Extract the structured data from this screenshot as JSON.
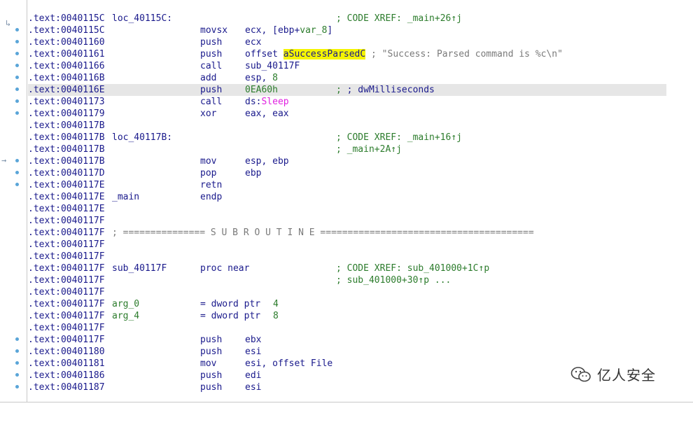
{
  "lines": [
    {
      "addr": ".text:0040115C",
      "label": "loc_40115C:",
      "comment": "; CODE XREF: _main+26↑j"
    },
    {
      "addr": ".text:0040115C",
      "mn": "movsx",
      "op_a": "ecx, [ebp+",
      "op_b": "var_8",
      "op_c": "]"
    },
    {
      "addr": ".text:00401160",
      "mn": "push",
      "op": "ecx"
    },
    {
      "addr": ".text:00401161",
      "mn": "push",
      "op_pre": "offset ",
      "op_hl": "aSuccessParsedC",
      "op_post": " ; \"Success: Parsed command is %c\\n\""
    },
    {
      "addr": ".text:00401166",
      "mn": "call",
      "op": "sub_40117F"
    },
    {
      "addr": ".text:0040116B",
      "mn": "add",
      "op_a": "esp, ",
      "op_b": "8"
    },
    {
      "addr": ".text:0040116E",
      "mn": "push",
      "op": "0EA60h",
      "comment": "; dwMilliseconds"
    },
    {
      "addr": ".text:00401173",
      "mn": "call",
      "op_a": "ds:",
      "op_b": "Sleep"
    },
    {
      "addr": ".text:00401179",
      "mn": "xor",
      "op": "eax, eax"
    },
    {
      "addr": ".text:0040117B"
    },
    {
      "addr": ".text:0040117B",
      "label": "loc_40117B:",
      "comment": "; CODE XREF: _main+16↑j"
    },
    {
      "addr": ".text:0040117B",
      "comment": "; _main+2A↑j"
    },
    {
      "addr": ".text:0040117B",
      "mn": "mov",
      "op": "esp, ebp"
    },
    {
      "addr": ".text:0040117D",
      "mn": "pop",
      "op": "ebp"
    },
    {
      "addr": ".text:0040117E",
      "mn": "retn"
    },
    {
      "addr": ".text:0040117E",
      "label": "_main",
      "mn": "endp"
    },
    {
      "addr": ".text:0040117E"
    },
    {
      "addr": ".text:0040117F"
    },
    {
      "addr": ".text:0040117F",
      "sep": "; =============== S U B R O U T I N E ======================================="
    },
    {
      "addr": ".text:0040117F"
    },
    {
      "addr": ".text:0040117F"
    },
    {
      "addr": ".text:0040117F",
      "label": "sub_40117F",
      "mn": "proc near",
      "comment": "; CODE XREF: sub_401000+1C↑p"
    },
    {
      "addr": ".text:0040117F",
      "comment": "; sub_401000+30↑p ..."
    },
    {
      "addr": ".text:0040117F"
    },
    {
      "addr": ".text:0040117F",
      "label": "arg_0",
      "mn": "= dword ptr",
      "op": "4"
    },
    {
      "addr": ".text:0040117F",
      "label": "arg_4",
      "mn": "= dword ptr",
      "op": "8"
    },
    {
      "addr": ".text:0040117F"
    },
    {
      "addr": ".text:0040117F",
      "mn": "push",
      "op": "ebx"
    },
    {
      "addr": ".text:00401180",
      "mn": "push",
      "op": "esi"
    },
    {
      "addr": ".text:00401181",
      "mn": "mov",
      "op": "esi, offset File"
    },
    {
      "addr": ".text:00401186",
      "mn": "push",
      "op": "edi"
    },
    {
      "addr": ".text:00401187",
      "mn": "push",
      "op": "esi"
    }
  ],
  "watermark": {
    "text": "亿人安全"
  }
}
